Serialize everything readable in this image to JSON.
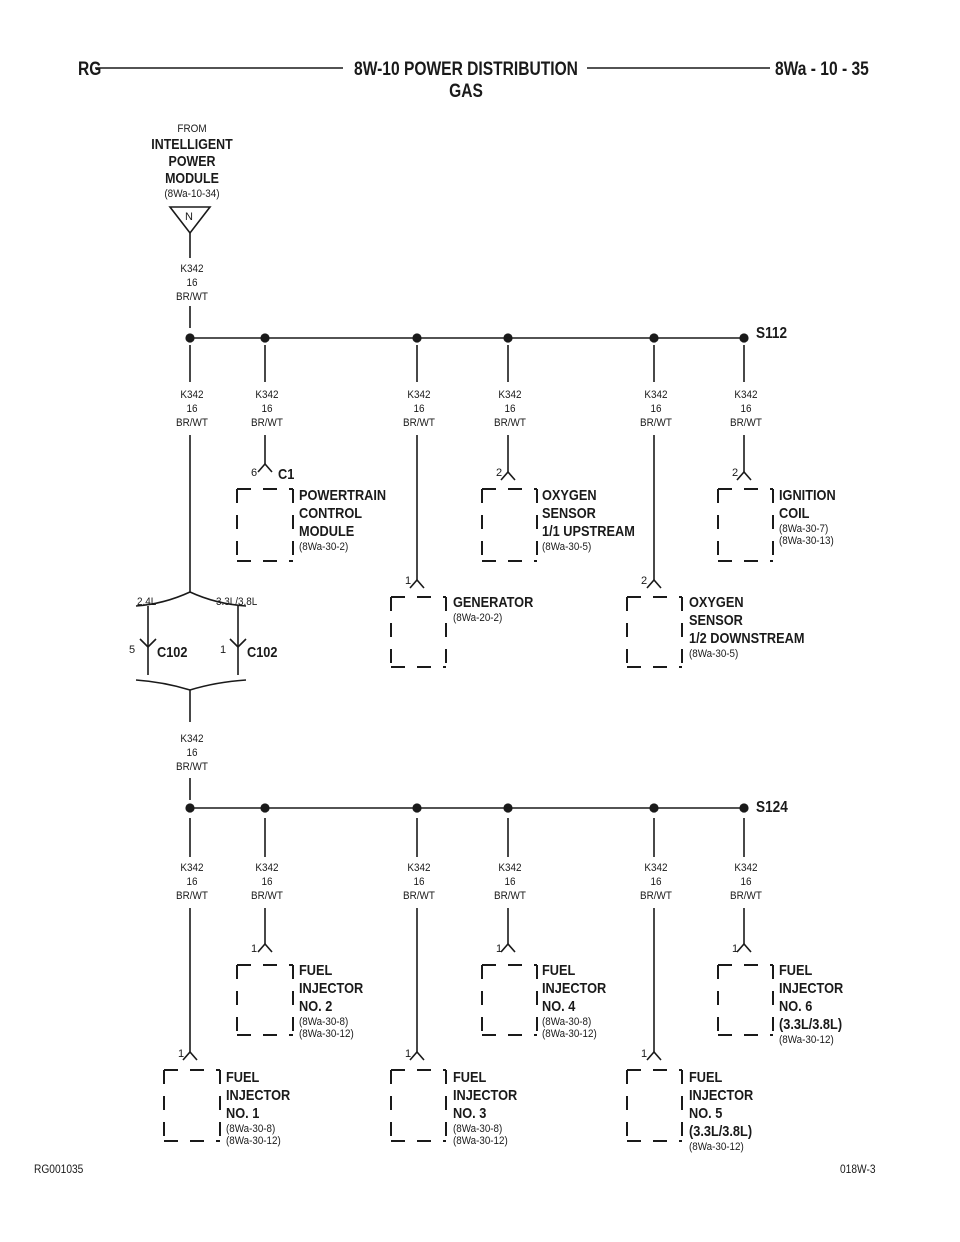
{
  "header": {
    "left": "RG",
    "title": "8W-10 POWER DISTRIBUTION",
    "subtitle": "GAS",
    "page": "8Wa - 10 - 35"
  },
  "source": {
    "from": "FROM",
    "name_lines": [
      "INTELLIGENT",
      "POWER",
      "MODULE"
    ],
    "ref": "(8Wa-10-34)",
    "connector_letter": "N"
  },
  "wire_code": [
    "K342",
    "16",
    "BR/WT"
  ],
  "splice_top": "S112",
  "splice_bottom": "S124",
  "c102": {
    "left_variant": "2.4L",
    "right_variant": "3.3L/3.8L",
    "left_pin": "5",
    "right_pin": "1",
    "name": "C102"
  },
  "components": [
    {
      "id": "pcm",
      "pin": "6",
      "connector": "C1",
      "lines": [
        "POWERTRAIN",
        "CONTROL",
        "MODULE"
      ],
      "refs": [
        "(8Wa-30-2)"
      ]
    },
    {
      "id": "o2-upstream",
      "pin": "2",
      "lines": [
        "OXYGEN",
        "SENSOR",
        "1/1 UPSTREAM"
      ],
      "refs": [
        "(8Wa-30-5)"
      ]
    },
    {
      "id": "ignition-coil",
      "pin": "2",
      "lines": [
        "IGNITION",
        "COIL"
      ],
      "refs": [
        "(8Wa-30-7)",
        "(8Wa-30-13)"
      ]
    },
    {
      "id": "generator",
      "pin": "1",
      "lines": [
        "GENERATOR"
      ],
      "refs": [
        "(8Wa-20-2)"
      ]
    },
    {
      "id": "o2-downstream",
      "pin": "2",
      "lines": [
        "OXYGEN",
        "SENSOR",
        "1/2 DOWNSTREAM"
      ],
      "refs": [
        "(8Wa-30-5)"
      ]
    },
    {
      "id": "injector-2",
      "pin": "1",
      "lines": [
        "FUEL",
        "INJECTOR",
        "NO. 2"
      ],
      "refs": [
        "(8Wa-30-8)",
        "(8Wa-30-12)"
      ]
    },
    {
      "id": "injector-4",
      "pin": "1",
      "lines": [
        "FUEL",
        "INJECTOR",
        "NO. 4"
      ],
      "refs": [
        "(8Wa-30-8)",
        "(8Wa-30-12)"
      ]
    },
    {
      "id": "injector-6",
      "pin": "1",
      "lines": [
        "FUEL",
        "INJECTOR",
        "NO. 6",
        "(3.3L/3.8L)"
      ],
      "refs": [
        "(8Wa-30-12)"
      ]
    },
    {
      "id": "injector-1",
      "pin": "1",
      "lines": [
        "FUEL",
        "INJECTOR",
        "NO. 1"
      ],
      "refs": [
        "(8Wa-30-8)",
        "(8Wa-30-12)"
      ]
    },
    {
      "id": "injector-3",
      "pin": "1",
      "lines": [
        "FUEL",
        "INJECTOR",
        "NO. 3"
      ],
      "refs": [
        "(8Wa-30-8)",
        "(8Wa-30-12)"
      ]
    },
    {
      "id": "injector-5",
      "pin": "1",
      "lines": [
        "FUEL",
        "INJECTOR",
        "NO. 5",
        "(3.3L/3.8L)"
      ],
      "refs": [
        "(8Wa-30-12)"
      ]
    }
  ],
  "footer": {
    "left": "RG001035",
    "right": "018W-3"
  }
}
